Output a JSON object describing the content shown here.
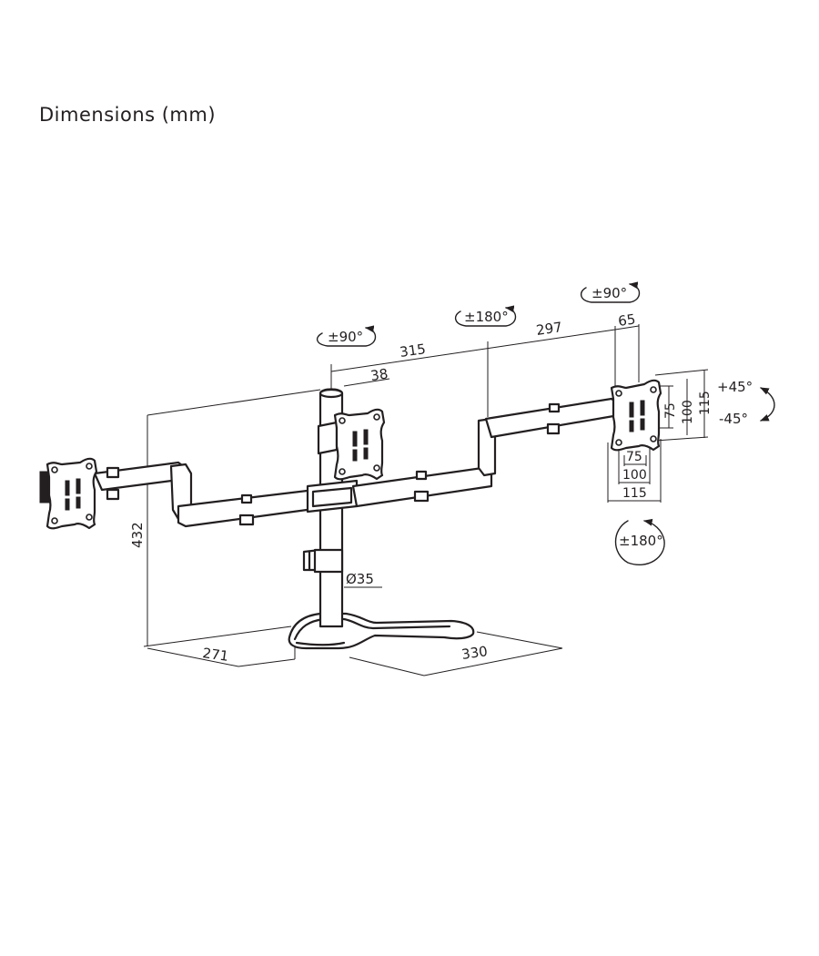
{
  "title": "Dimensions (mm)",
  "dimensions": {
    "height": "432",
    "arm_left": "315",
    "arm_right": "297",
    "offset_38": "38",
    "offset_65": "65",
    "pole_diameter": "Ø35",
    "base_depth": "271",
    "base_width": "330",
    "vesa_75_h": "75",
    "vesa_100_h": "100",
    "vesa_115_h": "115",
    "vesa_75_v": "75",
    "vesa_100_v": "100",
    "vesa_115_v": "115"
  },
  "rotations": {
    "swivel_center": "±90°",
    "swivel_mid": "±180°",
    "swivel_right": "±90°",
    "tilt_up": "+45°",
    "tilt_down": "-45°",
    "rotate": "±180°"
  }
}
